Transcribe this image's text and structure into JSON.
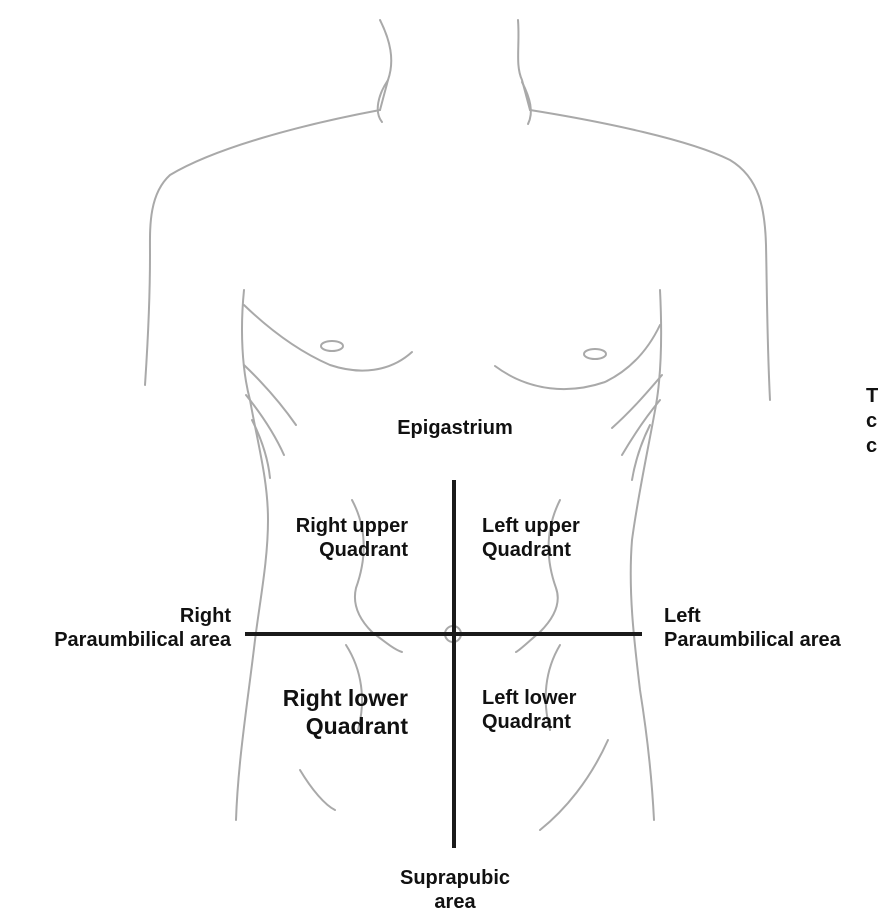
{
  "labels": {
    "epigastrium": "Epigastrium",
    "suprapubic": [
      "Suprapubic",
      "area"
    ],
    "right_paraumbilical": [
      "Right",
      "Paraumbilical area"
    ],
    "left_paraumbilical": [
      "Left",
      "Paraumbilical area"
    ],
    "right_upper_quadrant": [
      "Right upper",
      "Quadrant"
    ],
    "left_upper_quadrant": [
      "Left upper",
      "Quadrant"
    ],
    "right_lower_quadrant": [
      "Right lower",
      "Quadrant"
    ],
    "left_lower_quadrant": [
      "Left lower",
      "Quadrant"
    ],
    "cropped_text": [
      "T",
      "c",
      "c"
    ]
  },
  "colors": {
    "outline": "#a9a9a9",
    "axis": "#1a1a1a",
    "text": "#111111"
  }
}
